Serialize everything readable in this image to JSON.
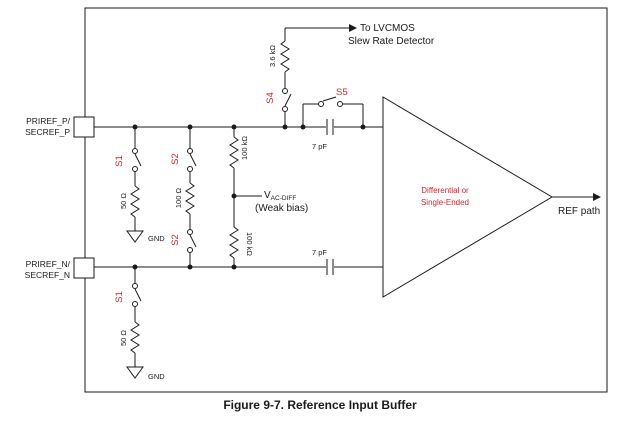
{
  "figure": {
    "caption": "Figure 9-7. Reference Input Buffer"
  },
  "pins": {
    "p": {
      "line1": "PRIREF_P/",
      "line2": "SECREF_P"
    },
    "n": {
      "line1": "PRIREF_N/",
      "line2": "SECREF_N"
    }
  },
  "outputs": {
    "lvcmos": {
      "line1": "To LVCMOS",
      "line2": "Slew Rate Detector"
    },
    "ref": "REF path"
  },
  "buffer": {
    "line1": "Differential or",
    "line2": "Single-Ended"
  },
  "bias": {
    "v": "V",
    "sub": "AC-DIFF",
    "note": "(Weak bias)"
  },
  "switches": {
    "s1": "S1",
    "s2": "S2",
    "s4": "S4",
    "s5": "S5"
  },
  "components": {
    "r_50": "50 Ω",
    "r_100": "100 Ω",
    "r_100k": "100 kΩ",
    "r_3k6": "3.6 kΩ",
    "c_7p": "7 pF"
  },
  "ground": "GND",
  "colors": {
    "accent": "#d6262b",
    "ink": "#1a1a1a"
  }
}
